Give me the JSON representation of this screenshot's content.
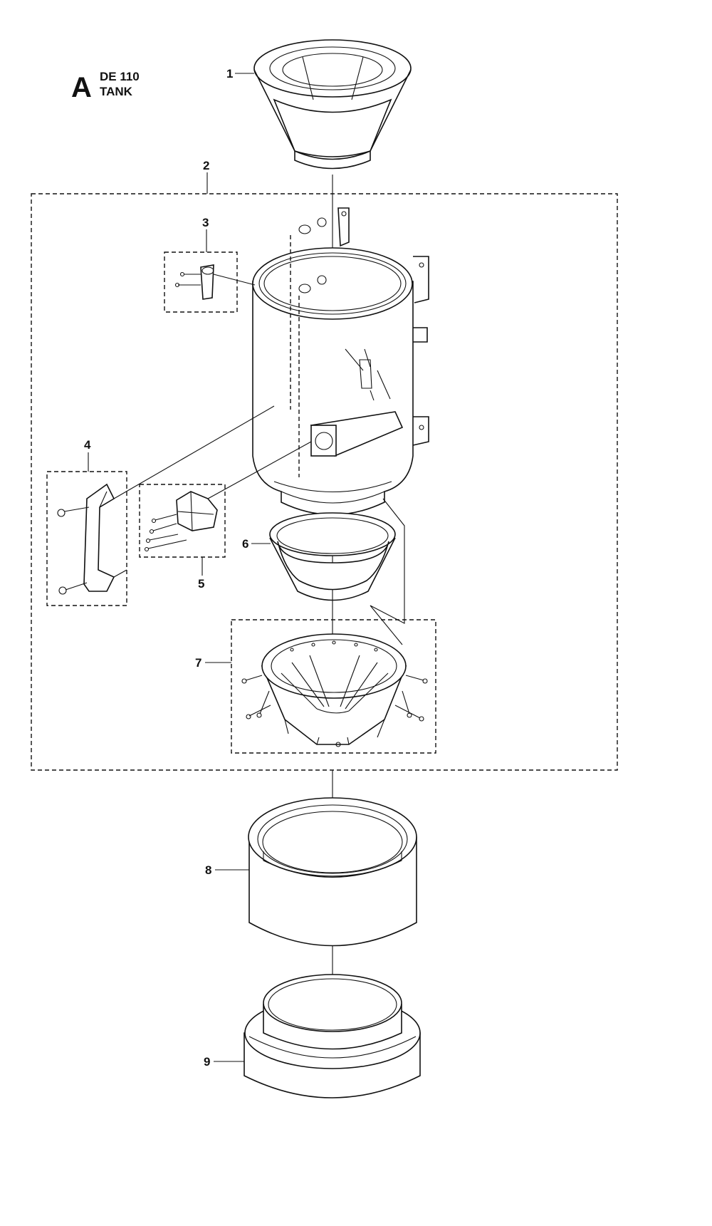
{
  "header": {
    "letter": "A",
    "model": "DE 110",
    "section": "TANK"
  },
  "callouts": [
    "1",
    "2",
    "3",
    "4",
    "5",
    "6",
    "7",
    "8",
    "9"
  ],
  "colors": {
    "line": "#111111",
    "background": "#ffffff"
  }
}
